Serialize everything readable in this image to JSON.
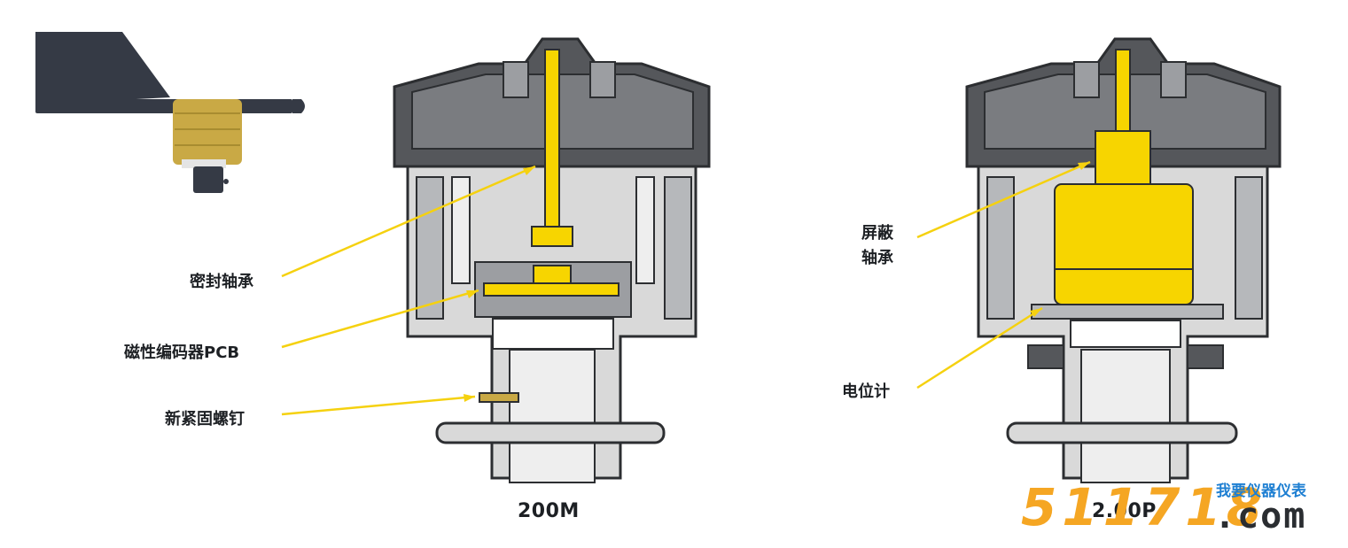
{
  "left_labels": {
    "sealed_bearing": "密封轴承",
    "magnetic_pcb": "磁性编码器PCB",
    "set_screw": "新紧固螺钉"
  },
  "right_labels": {
    "shielded_bearing_line1": "屏蔽",
    "shielded_bearing_line2": "轴承",
    "potentiometer": "电位计"
  },
  "captions": {
    "left_model": "200M",
    "right_model_visible": "2.00P"
  },
  "watermark": {
    "site_name": "我要仪器仪表",
    "number": "511718",
    "domain": ".com"
  },
  "colors": {
    "housing_gray": "#55575b",
    "inner_gray": "#d9d9d9",
    "accent_yellow": "#f7d500",
    "callout_line": "#f5d10f",
    "vane_dark": "#353a45",
    "vane_gold": "#c9a945"
  }
}
